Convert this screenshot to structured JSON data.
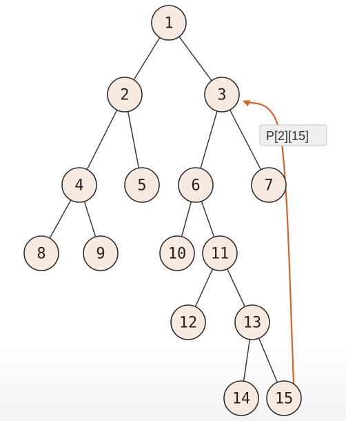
{
  "tree": {
    "nodes": [
      {
        "id": "1",
        "label": "1"
      },
      {
        "id": "2",
        "label": "2"
      },
      {
        "id": "3",
        "label": "3"
      },
      {
        "id": "4",
        "label": "4"
      },
      {
        "id": "5",
        "label": "5"
      },
      {
        "id": "6",
        "label": "6"
      },
      {
        "id": "7",
        "label": "7"
      },
      {
        "id": "8",
        "label": "8"
      },
      {
        "id": "9",
        "label": "9"
      },
      {
        "id": "10",
        "label": "10"
      },
      {
        "id": "11",
        "label": "11"
      },
      {
        "id": "12",
        "label": "12"
      },
      {
        "id": "13",
        "label": "13"
      },
      {
        "id": "14",
        "label": "14"
      },
      {
        "id": "15",
        "label": "15"
      }
    ],
    "edges": [
      [
        "1",
        "2"
      ],
      [
        "1",
        "3"
      ],
      [
        "2",
        "4"
      ],
      [
        "2",
        "5"
      ],
      [
        "3",
        "6"
      ],
      [
        "3",
        "7"
      ],
      [
        "4",
        "8"
      ],
      [
        "4",
        "9"
      ],
      [
        "6",
        "10"
      ],
      [
        "6",
        "11"
      ],
      [
        "11",
        "12"
      ],
      [
        "11",
        "13"
      ],
      [
        "13",
        "14"
      ],
      [
        "13",
        "15"
      ]
    ]
  },
  "annotation": {
    "label": "P[2][15]",
    "from": "15",
    "to": "3",
    "color": "#d9622b"
  },
  "colors": {
    "node_fill": "#f7ebe1",
    "node_stroke": "#2e2e2e",
    "edge": "#3a3a3a"
  }
}
